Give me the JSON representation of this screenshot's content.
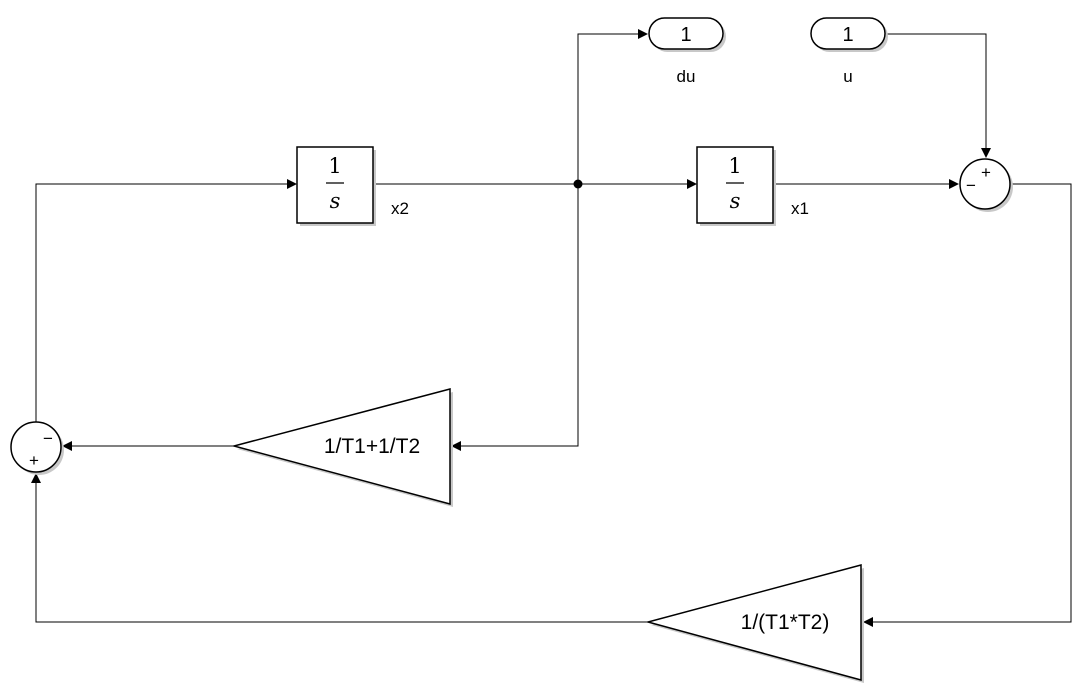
{
  "outports": {
    "du": {
      "number": "1",
      "name": "du"
    }
  },
  "inports": {
    "u": {
      "number": "1",
      "name": "u"
    }
  },
  "integrators": {
    "x2": {
      "num": "1",
      "den": "s",
      "signal": "x2"
    },
    "x1": {
      "num": "1",
      "den": "s",
      "signal": "x1"
    }
  },
  "sum_right": {
    "signs": [
      "+",
      "−"
    ]
  },
  "sum_left": {
    "signs": [
      "−",
      "+"
    ]
  },
  "gains": {
    "upper": {
      "expr": "1/T1+1/T2"
    },
    "lower": {
      "expr": "1/(T1*T2)"
    }
  }
}
